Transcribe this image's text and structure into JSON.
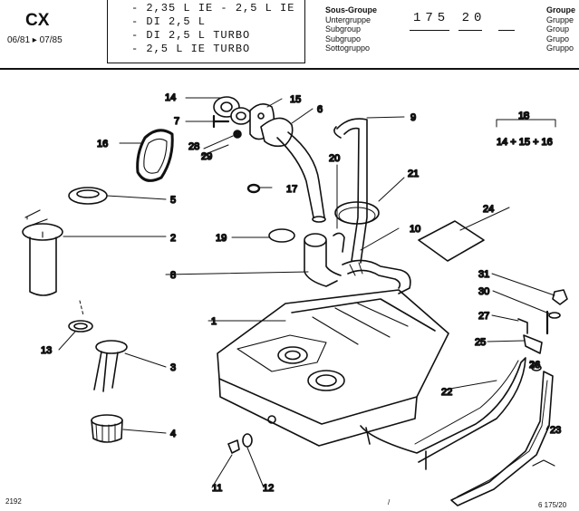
{
  "header": {
    "model": "CX",
    "dates": "06/81 ▸ 07/85",
    "variants": [
      "- 2,35 L IE - 2,5 L IE",
      "- DI 2,5 L",
      "- DI 2,5 L TURBO",
      "- 2,5 L IE TURBO"
    ],
    "subgroup_labels": [
      "Sous-Groupe",
      "Untergruppe",
      "Subgroup",
      "Subgrupo",
      "Sottogruppo"
    ],
    "subgroup_number": "175 20",
    "group_labels": [
      "Groupe",
      "Gruppe",
      "Group",
      "Grupo",
      "Gruppo"
    ]
  },
  "callouts": [
    "1",
    "2",
    "3",
    "4",
    "5",
    "6",
    "7",
    "8",
    "9",
    "10",
    "11",
    "12",
    "13",
    "14",
    "15",
    "16",
    "17",
    "18",
    "19",
    "20",
    "21",
    "22",
    "23",
    "24",
    "25",
    "26",
    "27",
    "28",
    "29",
    "30",
    "31"
  ],
  "group_note": "14 + 15 + 16",
  "footer": {
    "left": "2192",
    "center": "/",
    "right": "6 175/20"
  },
  "colors": {
    "ink": "#111111",
    "paper": "#ffffff"
  }
}
